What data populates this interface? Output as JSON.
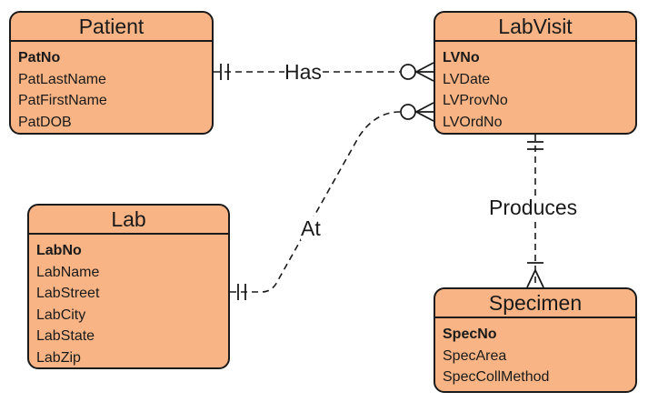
{
  "entities": {
    "patient": {
      "title": "Patient",
      "attributes": [
        {
          "name": "PatNo",
          "pk": true
        },
        {
          "name": "PatLastName",
          "pk": false
        },
        {
          "name": "PatFirstName",
          "pk": false
        },
        {
          "name": "PatDOB",
          "pk": false
        }
      ]
    },
    "labvisit": {
      "title": "LabVisit",
      "attributes": [
        {
          "name": "LVNo",
          "pk": true
        },
        {
          "name": "LVDate",
          "pk": false
        },
        {
          "name": "LVProvNo",
          "pk": false
        },
        {
          "name": "LVOrdNo",
          "pk": false
        }
      ]
    },
    "lab": {
      "title": "Lab",
      "attributes": [
        {
          "name": "LabNo",
          "pk": true
        },
        {
          "name": "LabName",
          "pk": false
        },
        {
          "name": "LabStreet",
          "pk": false
        },
        {
          "name": "LabCity",
          "pk": false
        },
        {
          "name": "LabState",
          "pk": false
        },
        {
          "name": "LabZip",
          "pk": false
        }
      ]
    },
    "specimen": {
      "title": "Specimen",
      "attributes": [
        {
          "name": "SpecNo",
          "pk": true
        },
        {
          "name": "SpecArea",
          "pk": false
        },
        {
          "name": "SpecCollMethod",
          "pk": false
        }
      ]
    }
  },
  "relationships": {
    "has": {
      "label": "Has",
      "from": "Patient",
      "to": "LabVisit",
      "from_card": "exactly-one",
      "to_card": "zero-or-many"
    },
    "at": {
      "label": "At",
      "from": "Lab",
      "to": "LabVisit",
      "from_card": "exactly-one",
      "to_card": "zero-or-many"
    },
    "produces": {
      "label": "Produces",
      "from": "LabVisit",
      "to": "Specimen",
      "from_card": "exactly-one",
      "to_card": "one-or-many"
    }
  },
  "colors": {
    "entity_fill": "#f8b484",
    "stroke": "#1a1a1a",
    "background": "#ffffff"
  }
}
